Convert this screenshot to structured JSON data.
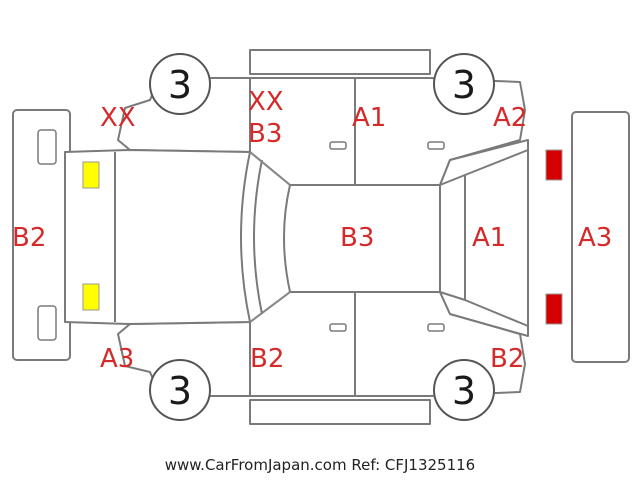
{
  "colors": {
    "label": "#d42a2a",
    "outline": "#7a7a7a",
    "marker_yellow": "#ffff00",
    "marker_red": "#d40000"
  },
  "wheels": {
    "front_left": "3",
    "front_right": "3",
    "rear_left": "3",
    "rear_right": "3"
  },
  "labels": {
    "front_left_wheel": "XX",
    "a_pillar_left_top": "XX",
    "a_pillar_left_bottom": "B3",
    "left_front_door": "A1",
    "rear_right_corner_top": "A2",
    "front_bumper": "B2",
    "roof": "B3",
    "rear_window": "A1",
    "rear_bumper": "A3",
    "front_left_bottom": "A3",
    "right_front_door": "B2",
    "rear_right_corner_bottom": "B2"
  },
  "icons": {
    "front_lamps": "yellow-square-icon",
    "rear_lamps": "red-square-icon"
  },
  "footer": "www.CarFromJapan.com Ref: CFJ1325116"
}
